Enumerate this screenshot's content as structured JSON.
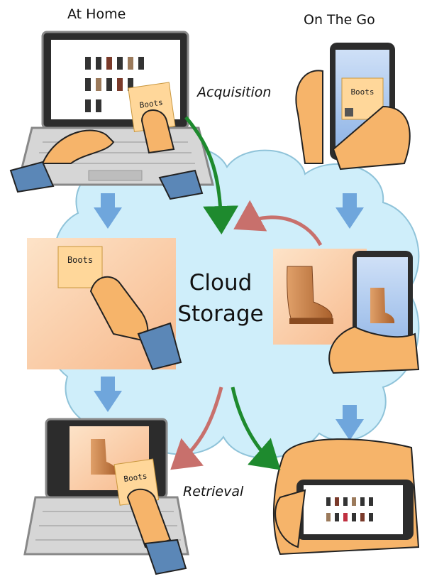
{
  "headers": {
    "home": "At Home",
    "go": "On The Go"
  },
  "labels": {
    "acquisition": "Acquisition",
    "retrieval": "Retrieval"
  },
  "cloud": {
    "line1": "Cloud",
    "line2": "Storage"
  },
  "note": "Boots",
  "colors": {
    "cloud_fill": "#cfeefa",
    "cloud_stroke": "#8fc3d9",
    "acquisition_arrow": "#1e8a2e",
    "retrieval_arrow": "#c8706c",
    "flow_arrow": "#6fa6dc",
    "sticky_note": "#ffd79a",
    "skin": "#f6b46a",
    "sleeve": "#5b87b7",
    "boot": "#c9834a"
  }
}
